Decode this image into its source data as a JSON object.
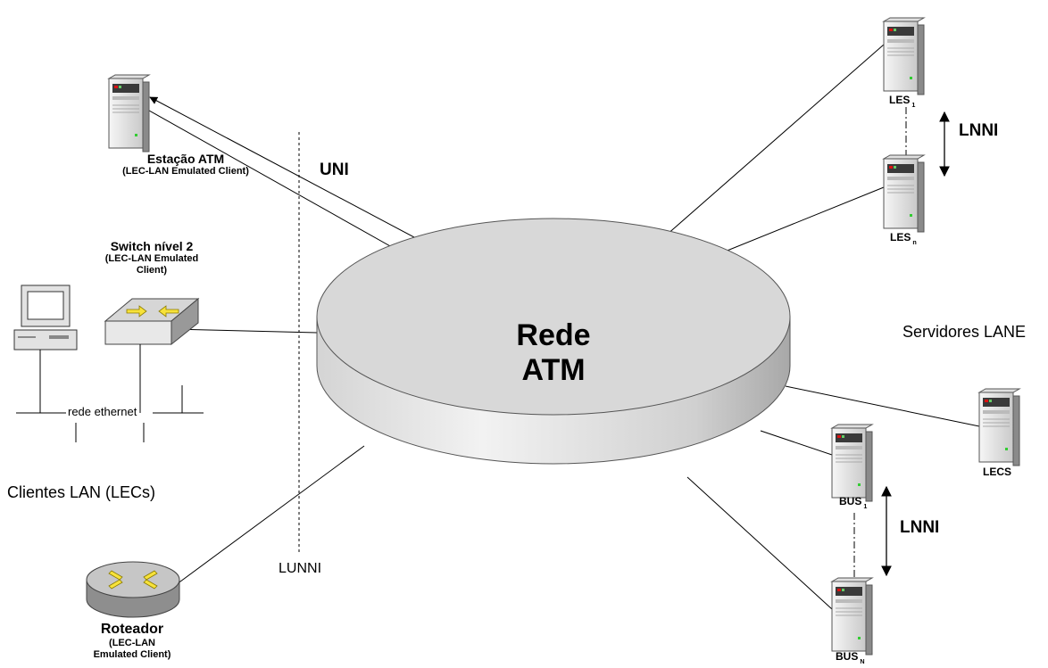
{
  "cloud": {
    "line1": "Rede",
    "line2": "ATM"
  },
  "labels": {
    "uni": "UNI",
    "lunni": "LUNNI",
    "lnni_top": "LNNI",
    "lnni_bottom": "LNNI",
    "servidores": "Servidores LANE",
    "clientes": "Clientes LAN (LECs)",
    "rede_ethernet": "rede ethernet"
  },
  "nodes": {
    "estacao": {
      "name": "Estação ATM",
      "desc": "(LEC-LAN Emulated Client)"
    },
    "switch": {
      "name": "Switch nível 2",
      "desc1": "(LEC-LAN Emulated",
      "desc2": "Client)"
    },
    "roteador": {
      "name": "Roteador",
      "desc1": "(LEC-LAN",
      "desc2": "Emulated Client)"
    },
    "les1": {
      "name": "LES",
      "sub": "1"
    },
    "lesn": {
      "name": "LES",
      "sub": "n"
    },
    "lecs": {
      "name": "LECS"
    },
    "bus1": {
      "name": "BUS",
      "sub": "1"
    },
    "busn": {
      "name": "BUS",
      "sub": "N"
    }
  }
}
